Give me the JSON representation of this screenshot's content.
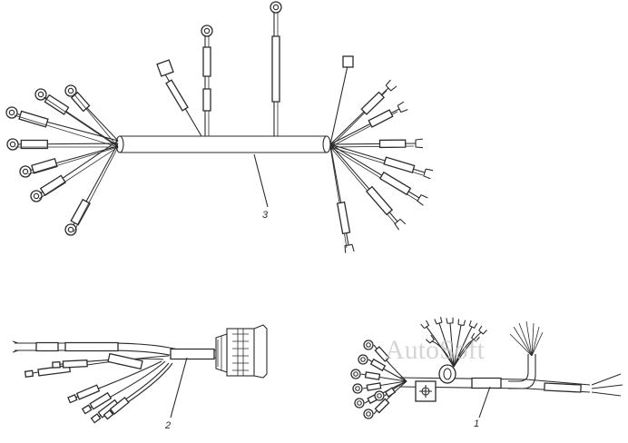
{
  "diagram": {
    "labels": {
      "harness_1": "1",
      "harness_2": "2",
      "harness_3": "3"
    },
    "watermark": "AutoSoft",
    "colors": {
      "line": "#2b2b2b",
      "background": "#ffffff",
      "watermark": "#c8c8c8"
    }
  }
}
